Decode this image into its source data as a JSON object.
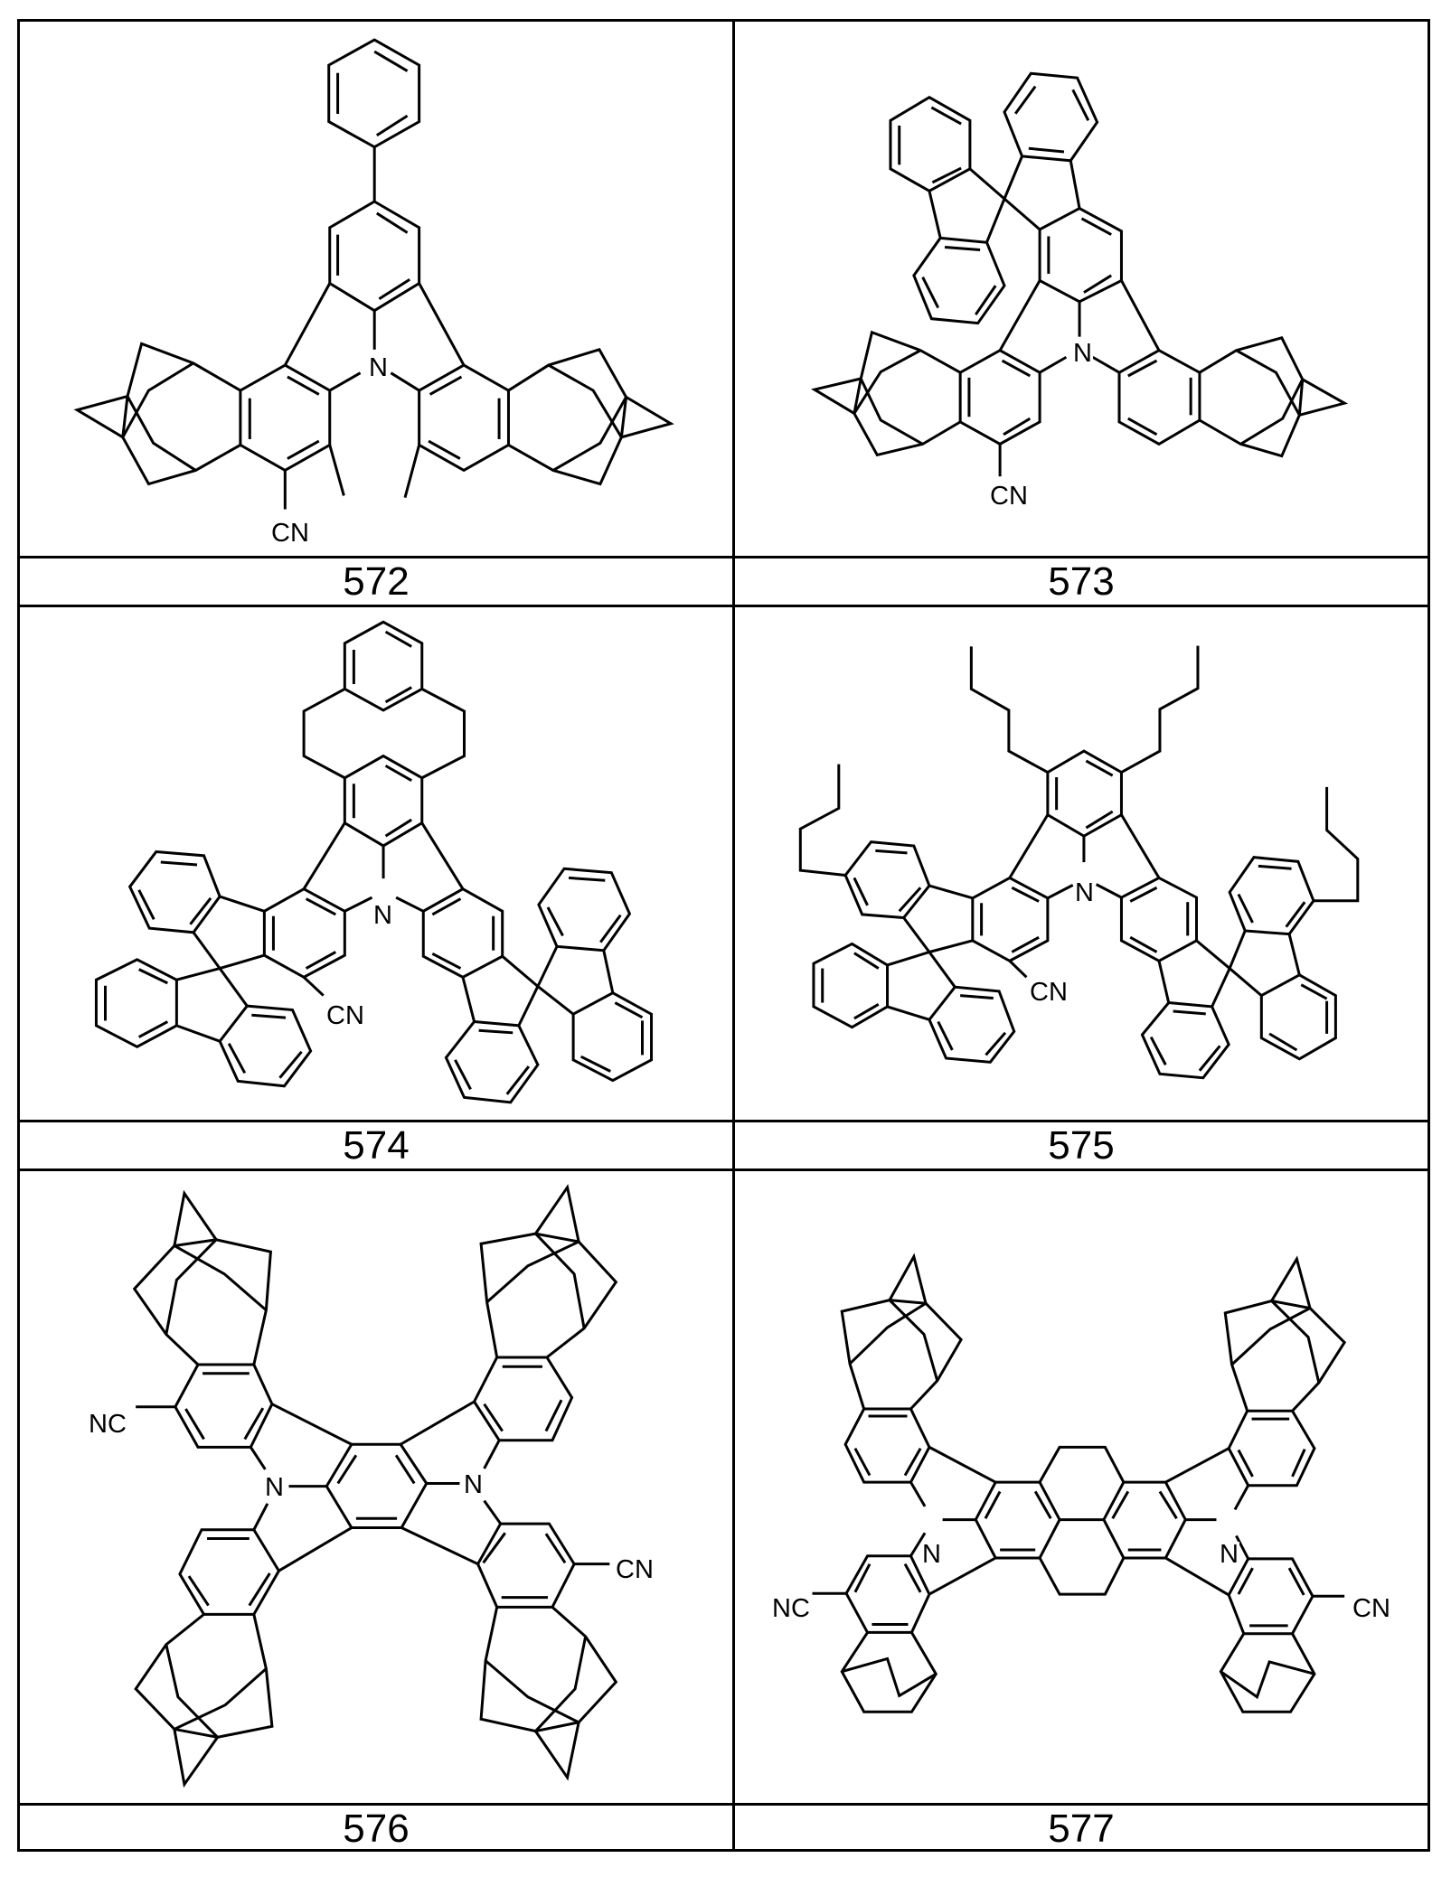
{
  "document": {
    "type": "compound table",
    "layout": {
      "columns": 2,
      "rows": 3
    },
    "compounds": [
      {
        "id": "572",
        "label": "572",
        "atom_labels": [
          "N",
          "CN"
        ],
        "description": "Indolocarbazole-type core with phenyl substituent, two adamantane-fused benzo rings, two methyl groups and a nitrile"
      },
      {
        "id": "573",
        "label": "573",
        "atom_labels": [
          "N",
          "CN"
        ],
        "description": "Carbazole core bearing spirobifluorene unit and two adamantane-fused benzo rings, with nitrile"
      },
      {
        "id": "574",
        "label": "574",
        "atom_labels": [
          "N",
          "CN"
        ],
        "description": "Meta-cyclophane bridged carbazole core with two spirobifluorene units and a nitrile"
      },
      {
        "id": "575",
        "label": "575",
        "atom_labels": [
          "N",
          "CN"
        ],
        "description": "Carbazole core with four butyl chains, two spirobifluorene units and a nitrile"
      },
      {
        "id": "576",
        "label": "576",
        "atom_labels": [
          "NC",
          "N",
          "N",
          "CN"
        ],
        "description": "Bis-indolo fused core with four adamantane-fused benzo rings and two nitriles"
      },
      {
        "id": "577",
        "label": "577",
        "atom_labels": [
          "N",
          "N",
          "NC",
          "CN"
        ],
        "description": "Dihydropyrene-fused bis-indolo core with adamantane and bicyclic fused rings and two nitriles"
      }
    ]
  }
}
